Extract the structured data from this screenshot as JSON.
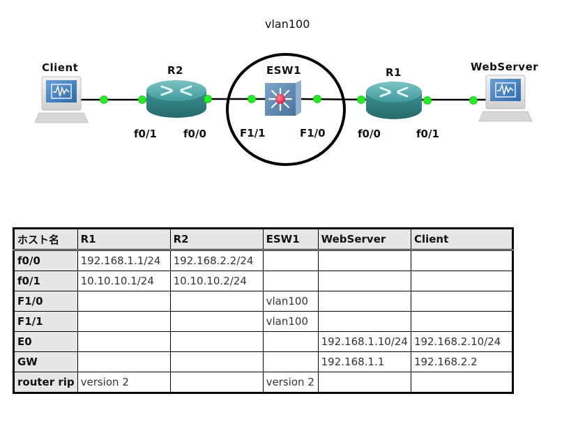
{
  "diagram": {
    "vlan_label": "vlan100",
    "devices": {
      "client": {
        "label": "Client",
        "type": "pc"
      },
      "r2": {
        "label": "R2",
        "type": "router"
      },
      "esw1": {
        "label": "ESW1",
        "type": "multilayer-switch"
      },
      "r1": {
        "label": "R1",
        "type": "router"
      },
      "webserver": {
        "label": "WebServer",
        "type": "pc"
      }
    },
    "ports": {
      "r2_f01": "f0/1",
      "r2_f00": "f0/0",
      "esw1_f11": "F1/1",
      "esw1_f10": "F1/0",
      "r1_f00": "f0/0",
      "r1_f01": "f0/1"
    },
    "colors": {
      "link": "#000000",
      "port_led": "#22dd22",
      "router": "#3f9a9c",
      "switch": "#5b86ad",
      "switch_center": "#e0334f",
      "circle": "#000000"
    }
  },
  "table": {
    "headers": [
      "ホスト名",
      "R1",
      "R2",
      "ESW1",
      "WebServer",
      "Client"
    ],
    "rows": [
      {
        "name": "f0/0",
        "cells": [
          "192.168.1.1/24",
          "192.168.2.2/24",
          "",
          "",
          ""
        ]
      },
      {
        "name": "f0/1",
        "cells": [
          "10.10.10.1/24",
          "10.10.10.2/24",
          "",
          "",
          ""
        ]
      },
      {
        "name": "F1/0",
        "cells": [
          "",
          "",
          "vlan100",
          "",
          ""
        ]
      },
      {
        "name": "F1/1",
        "cells": [
          "",
          "",
          "vlan100",
          "",
          ""
        ]
      },
      {
        "name": "E0",
        "cells": [
          "",
          "",
          "",
          "192.168.1.10/24",
          "192.168.2.10/24"
        ]
      },
      {
        "name": "GW",
        "cells": [
          "",
          "",
          "",
          "192.168.1.1",
          "192.168.2.2"
        ]
      },
      {
        "name": "router rip",
        "cells": [
          "version 2",
          "",
          "version 2",
          "",
          ""
        ]
      }
    ]
  }
}
